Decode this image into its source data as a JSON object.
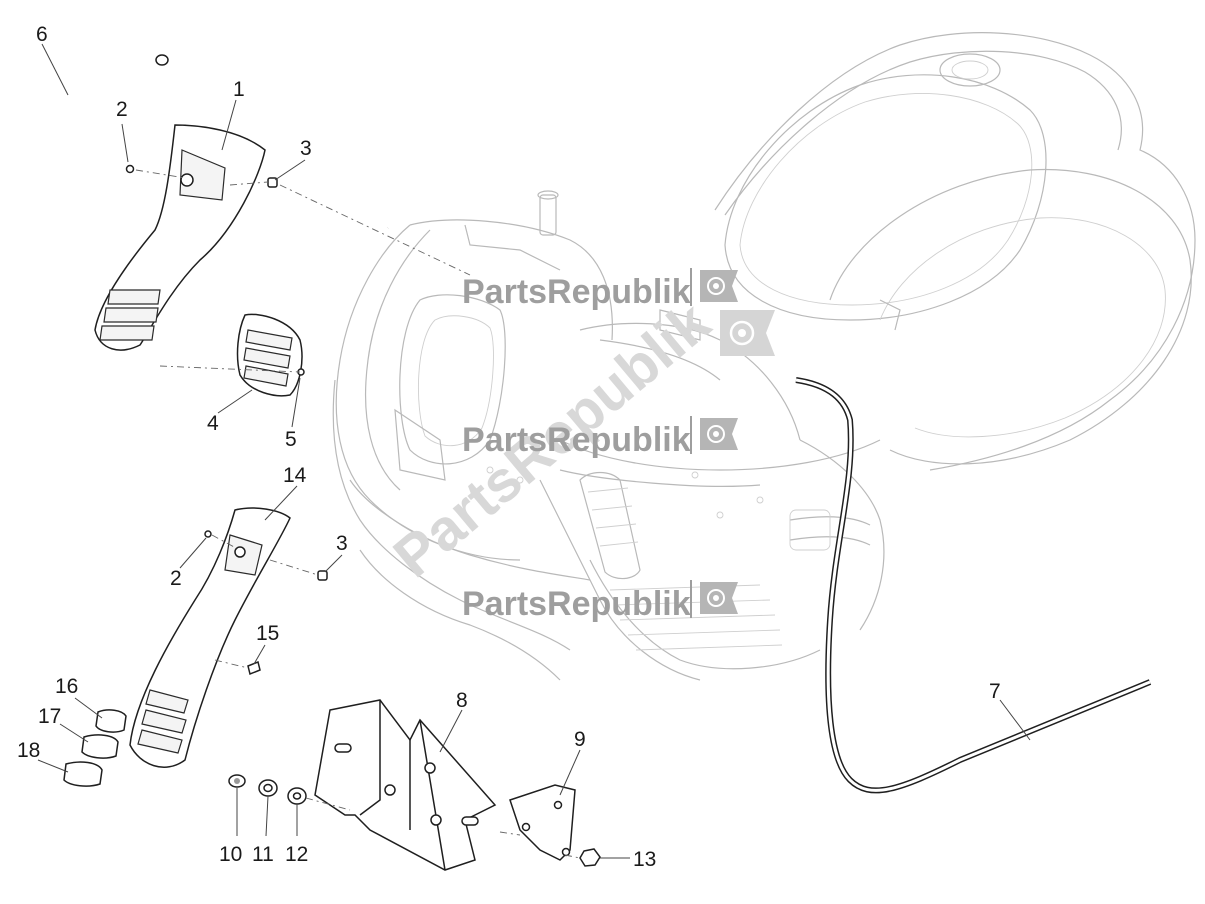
{
  "watermark": {
    "brand_text": "PartsRepublik",
    "logo_icon": "gear-flag-icon"
  },
  "callouts": [
    {
      "id": "c1",
      "label": "1"
    },
    {
      "id": "c2a",
      "label": "2"
    },
    {
      "id": "c2b",
      "label": "2"
    },
    {
      "id": "c3a",
      "label": "3"
    },
    {
      "id": "c3b",
      "label": "3"
    },
    {
      "id": "c4",
      "label": "4"
    },
    {
      "id": "c5",
      "label": "5"
    },
    {
      "id": "c6",
      "label": "6"
    },
    {
      "id": "c7",
      "label": "7"
    },
    {
      "id": "c8",
      "label": "8"
    },
    {
      "id": "c9",
      "label": "9"
    },
    {
      "id": "c10",
      "label": "10"
    },
    {
      "id": "c11",
      "label": "11"
    },
    {
      "id": "c12",
      "label": "12"
    },
    {
      "id": "c13",
      "label": "13"
    },
    {
      "id": "c14",
      "label": "14"
    },
    {
      "id": "c15",
      "label": "15"
    },
    {
      "id": "c16",
      "label": "16"
    },
    {
      "id": "c17",
      "label": "17"
    },
    {
      "id": "c18",
      "label": "18"
    }
  ]
}
